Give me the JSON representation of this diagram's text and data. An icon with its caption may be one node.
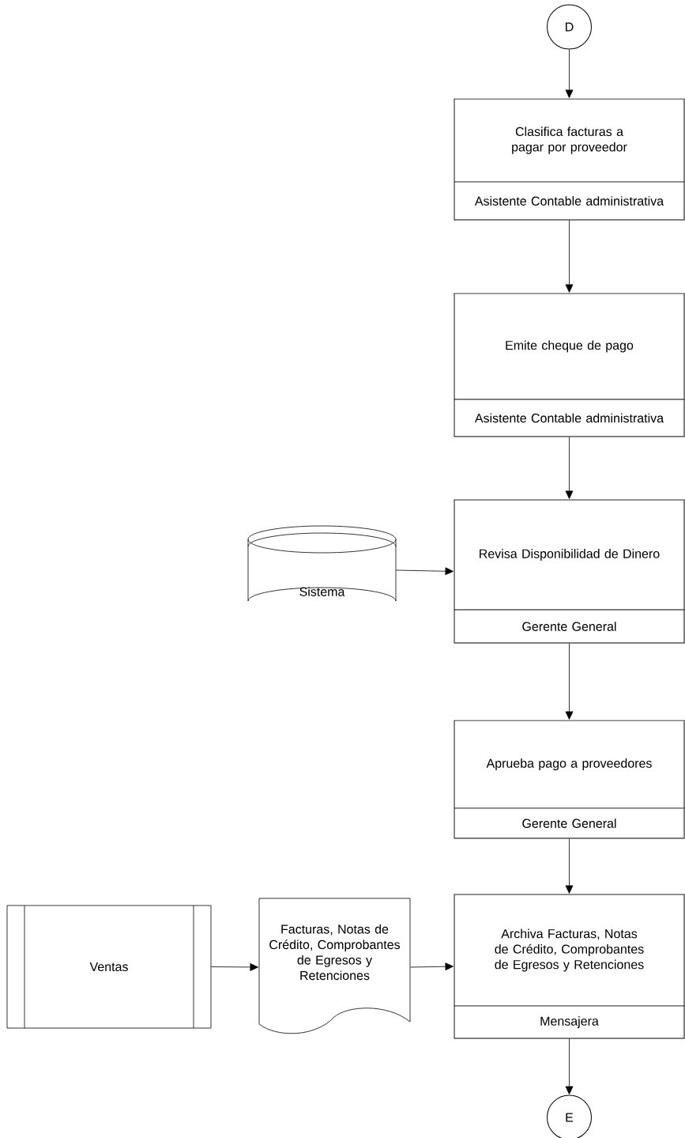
{
  "diagram": {
    "nodes": [
      {
        "text": [
          "D"
        ]
      },
      {
        "text": [
          "Clasifica facturas a pagar por proveedor",
          "Asistente Contable administrativa"
        ]
      },
      {
        "text": [
          "Emite cheque de pago",
          "Asistente Contable administrativa"
        ]
      },
      {
        "text": [
          "Revisa Disponibilidad de Dinero",
          "Gerente General"
        ]
      },
      {
        "text": [
          "Aprueba pago a proveedores",
          "Gerente General"
        ]
      },
      {
        "text": [
          "Archiva Facturas, Notas de Crédito, Comprobantes de Egresos y Retenciones",
          "Mensajera"
        ]
      },
      {
        "text": [
          "E"
        ]
      },
      {
        "text": [
          "Sistema"
        ]
      },
      {
        "text": [
          "Ventas"
        ]
      },
      {
        "text": [
          "Facturas, Notas de Crédito, Comprobantes de Egresos y Retenciones"
        ]
      }
    ],
    "edges": [
      {
        "from": 0,
        "to": 1,
        "arrow": "to"
      },
      {
        "from": 1,
        "to": 2,
        "arrow": "to"
      },
      {
        "from": 2,
        "to": 3,
        "arrow": "to"
      },
      {
        "from": 7,
        "to": 3,
        "arrow": "to"
      },
      {
        "from": 3,
        "to": 4,
        "arrow": "to"
      },
      {
        "from": 4,
        "to": 5,
        "arrow": "to"
      },
      {
        "from": 8,
        "to": 9,
        "arrow": "to"
      },
      {
        "from": 9,
        "to": 5,
        "arrow": "to"
      },
      {
        "from": 5,
        "to": 6,
        "arrow": "to"
      }
    ]
  }
}
